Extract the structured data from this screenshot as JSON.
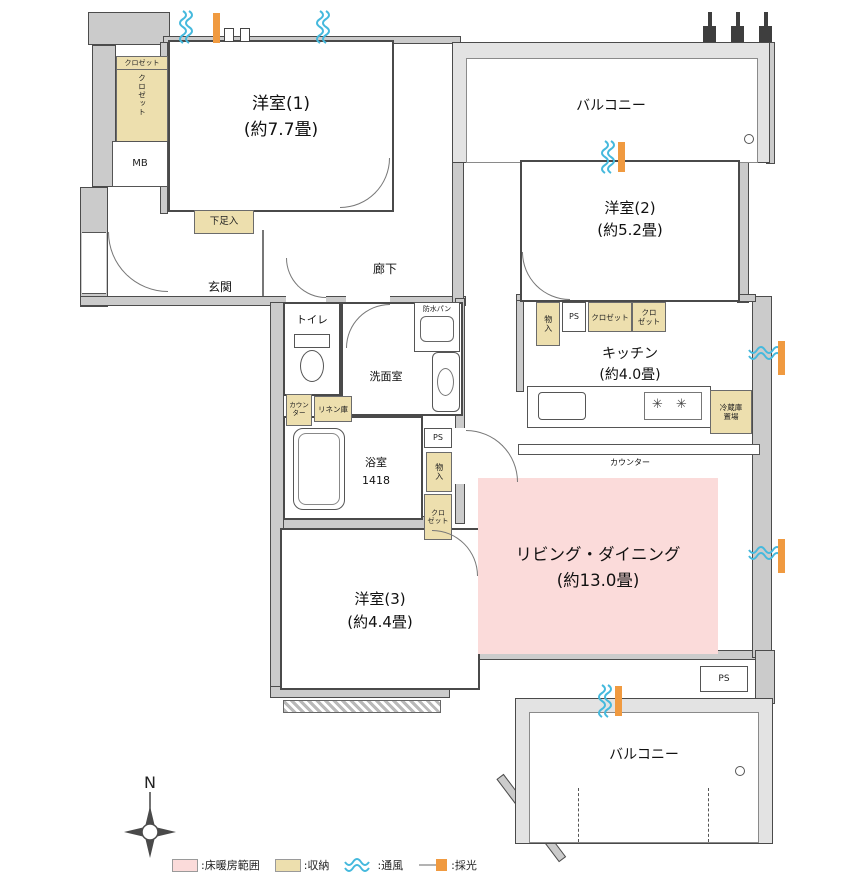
{
  "rooms": {
    "yoshitsu1": {
      "name": "洋室(1)",
      "size": "(約7.7畳)"
    },
    "yoshitsu2": {
      "name": "洋室(2)",
      "size": "(約5.2畳)"
    },
    "yoshitsu3": {
      "name": "洋室(3)",
      "size": "(約4.4畳)"
    },
    "living_dining": {
      "name": "リビング・ダイニング",
      "size": "(約13.0畳)"
    },
    "kitchen": {
      "name": "キッチン",
      "size": "(約4.0畳)"
    },
    "balcony_top": {
      "name": "バルコニー"
    },
    "balcony_bottom": {
      "name": "バルコニー"
    },
    "genkan": {
      "name": "玄関"
    },
    "corridor": {
      "name": "廊下"
    },
    "toilet": {
      "name": "トイレ"
    },
    "washroom": {
      "name": "洗面室"
    },
    "bathroom": {
      "name": "浴室",
      "size": "1418"
    }
  },
  "storage": {
    "closet": "クロゼット",
    "closet_two_line": "クロ\nゼット",
    "shoe_cabinet": "下足入",
    "storage_small": "物入",
    "linen_cabinet": "リネン庫",
    "counter_small": "カウン\nター"
  },
  "labels": {
    "mb": "MB",
    "ps": "PS",
    "waterproof_pan": "防水パン",
    "counter": "カウンター",
    "fridge_space": "冷蔵庫\n置場"
  },
  "icons": {
    "stove_burner": "✳"
  },
  "compass": {
    "north_label": "N"
  },
  "legend": {
    "floor_heating": ":床暖房範囲",
    "storage": ":収納",
    "ventilation": ":通風",
    "daylight": ":採光"
  },
  "colors": {
    "floor_heating_fill": "#fbdbda",
    "storage_fill": "#eddfae",
    "ventilation_blue": "#45b9dd",
    "daylight_orange": "#f09a40",
    "wall_gray": "#cbcbcb"
  }
}
